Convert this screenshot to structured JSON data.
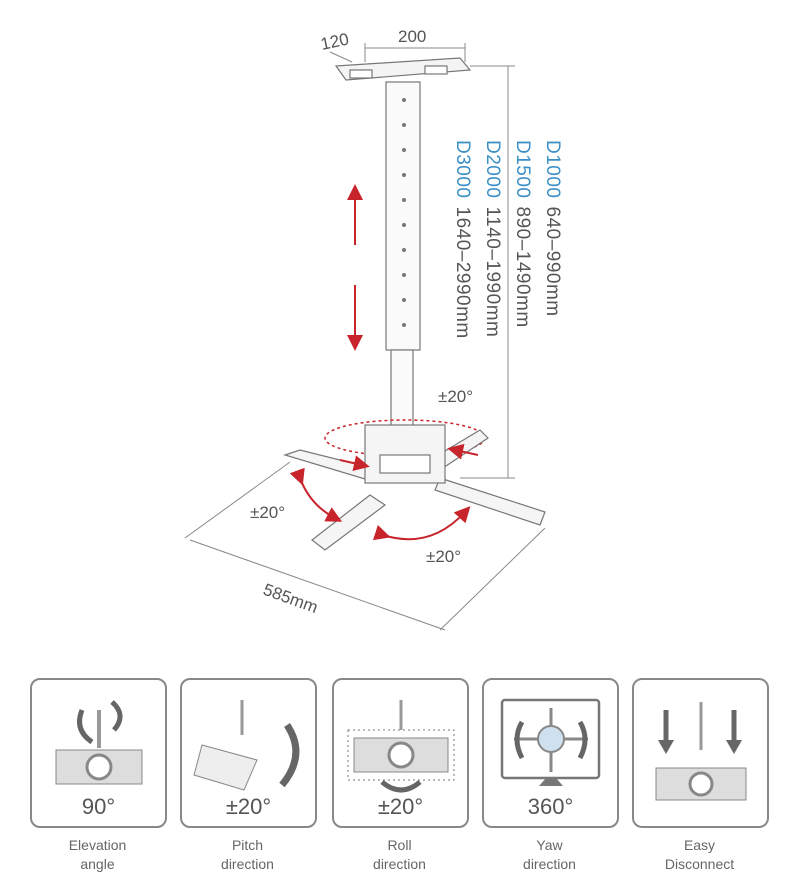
{
  "diagram": {
    "plate_dimensions": [
      "120",
      "200"
    ],
    "models": [
      {
        "model": "D1000",
        "range": "640–990mm"
      },
      {
        "model": "D1500",
        "range": "890–1490mm"
      },
      {
        "model": "D2000",
        "range": "1140–1990mm"
      },
      {
        "model": "D3000",
        "range": "1640–2990mm"
      }
    ],
    "swivel_angle": "±20°",
    "arm_angle_left": "±20°",
    "arm_angle_right": "±20°",
    "base_width": "585mm",
    "colors": {
      "accent_red": "#c8242b",
      "model_blue": "#3a8fc7",
      "line_gray": "#888888"
    }
  },
  "features": [
    {
      "value": "90°",
      "label1": "Elevation",
      "label2": "angle",
      "icon": "elevation-icon"
    },
    {
      "value": "±20°",
      "label1": "Pitch",
      "label2": "direction",
      "icon": "pitch-icon"
    },
    {
      "value": "±20°",
      "label1": "Roll",
      "label2": "direction",
      "icon": "roll-icon"
    },
    {
      "value": "360°",
      "label1": "Yaw",
      "label2": "direction",
      "icon": "yaw-icon"
    },
    {
      "value": "",
      "label1": "Easy",
      "label2": "Disconnect",
      "icon": "disconnect-icon"
    }
  ]
}
